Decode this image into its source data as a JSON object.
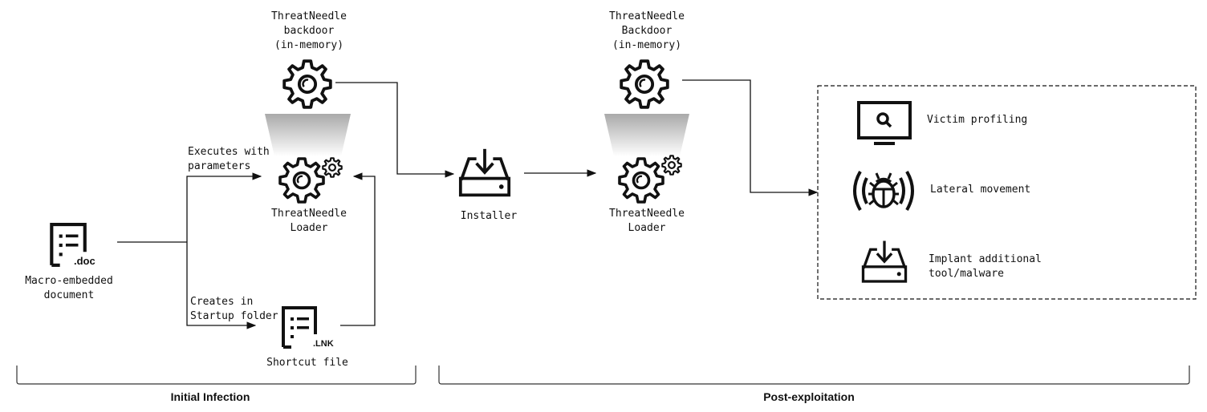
{
  "nodes": {
    "doc": {
      "ext": ".doc",
      "label": "Macro-embedded\ndocument"
    },
    "backdoor1": {
      "label": "ThreatNeedle\nbackdoor\n(in-memory)"
    },
    "loader1": {
      "label": "ThreatNeedle\nLoader"
    },
    "lnk": {
      "ext": ".LNK",
      "label": "Shortcut file"
    },
    "installer": {
      "label": "Installer"
    },
    "backdoor2": {
      "label": "ThreatNeedle\nBackdoor\n(in-memory)"
    },
    "loader2": {
      "label": "ThreatNeedle\nLoader"
    }
  },
  "edges": {
    "executes": "Executes with\nparameters",
    "creates": "Creates in\nStartup folder"
  },
  "post_actions": [
    {
      "icon": "monitor-search-icon",
      "label": "Victim profiling"
    },
    {
      "icon": "bug-broadcast-icon",
      "label": "Lateral movement"
    },
    {
      "icon": "download-tray-icon",
      "label": "Implant additional\ntool/malware"
    }
  ],
  "sections": {
    "initial": "Initial Infection",
    "post": "Post-exploitation"
  }
}
